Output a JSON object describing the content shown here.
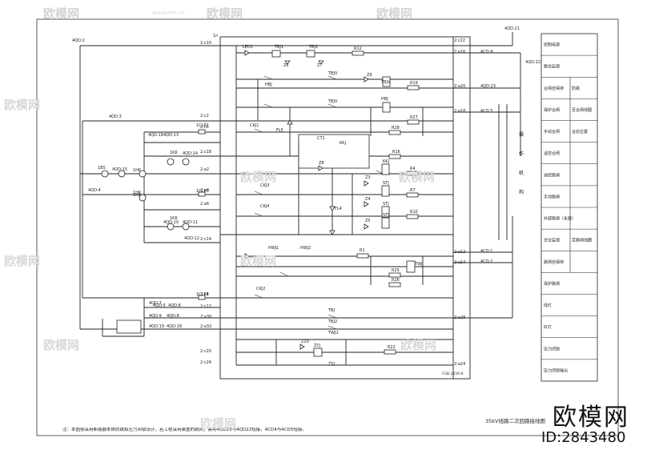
{
  "diagram": {
    "title": "35kV线路二次回路接线图",
    "note": "注：本图按采用断路器本体防跳和压力闭锁设计，若工程采用装置的跳闭，需将4QD23与4QD22短接，4CD4与4CD5短接。",
    "frame_code": "CSB-2156-K",
    "terminals_left": [
      "4QD:2",
      "4QD:3",
      "4QD:4",
      "4QD:16",
      "4QD:13",
      "4QD:14",
      "4QD:15",
      "4QD:11",
      "4QD:10",
      "4QD:12",
      "4QD:5",
      "4QD:6",
      "4QD:7",
      "4QD:8",
      "4QD:9",
      "4QD:18",
      "4QD:19"
    ],
    "terminals_mid": [
      "1n",
      "2:c10",
      "2:c2",
      "2:c6",
      "2:c18",
      "2:a2",
      "2:a4",
      "2:a6",
      "2:c14",
      "2:c4",
      "2:c12",
      "2:a30",
      "2:a32",
      "2:c20",
      "2:c24"
    ],
    "terminals_right": [
      "2:c22",
      "2:a16",
      "2:a20",
      "2:a18",
      "2:a12",
      "2:a14",
      "2:a28",
      "2:a24",
      "4CD:4",
      "4QD:23",
      "4CD:5",
      "4CD:1",
      "4CD:2",
      "4QD:21",
      "4QD:22"
    ],
    "components": [
      "LED1",
      "TBJ1",
      "TBJ2",
      "Z6",
      "Z7",
      "R12",
      "HBJ",
      "TBJV",
      "Z9",
      "TBJV",
      "R19",
      "HBJ",
      "TBJV",
      "R27",
      "R28",
      "CKJ1",
      "FL5",
      "CT1",
      "KKJ",
      "R16",
      "Z8",
      "KKJ",
      "R4",
      "Z3",
      "STJ",
      "R7",
      "Z4",
      "STJ",
      "R10",
      "Z5",
      "STJ",
      "FL4",
      "HWJ1",
      "HWJ2",
      "R1",
      "TWJ",
      "R25",
      "R26",
      "TBJ",
      "TBJ2",
      "TWJ2",
      "Z10",
      "ZYJ",
      "R22",
      "ZYJ",
      "CKJ2",
      "CKJ3",
      "CKJ4",
      "1CLP1",
      "1CLP2",
      "1CLP3",
      "1KK",
      "1KK",
      "1HK",
      "1BS",
      "1KK",
      "1HK"
    ],
    "mechanism_label": [
      "操",
      "作",
      "机",
      "构"
    ],
    "legend_rows": [
      {
        "left": "控制电源",
        "right": ""
      },
      {
        "left": "跳位监视",
        "right": ""
      },
      {
        "left": "合闸自保持",
        "right": "防跳"
      },
      {
        "left": "保护合闸",
        "right": "至合闸线圈"
      },
      {
        "left": "手动合闸",
        "right": "合后位置"
      },
      {
        "left": "遥控合闸",
        "right": ""
      },
      {
        "left": "遥控跳闸",
        "right": ""
      },
      {
        "left": "手动跳闸",
        "right": ""
      },
      {
        "left": "外部跳闸（永跳）",
        "right": ""
      },
      {
        "left": "合位监视",
        "right": "至跳闸线圈"
      },
      {
        "left": "跳闸自保持",
        "right": ""
      },
      {
        "left": "保护跳闸",
        "right": ""
      },
      {
        "left": "绿灯",
        "right": ""
      },
      {
        "left": "红灯",
        "right": ""
      },
      {
        "left": "压力闭锁",
        "right": ""
      },
      {
        "left": "压力闭锁输出",
        "right": ""
      }
    ],
    "watermark": {
      "brand": "欧模网",
      "url": "www.om.cn"
    },
    "id_mark": {
      "logo": "欧模网",
      "id": "ID:2843480"
    }
  }
}
